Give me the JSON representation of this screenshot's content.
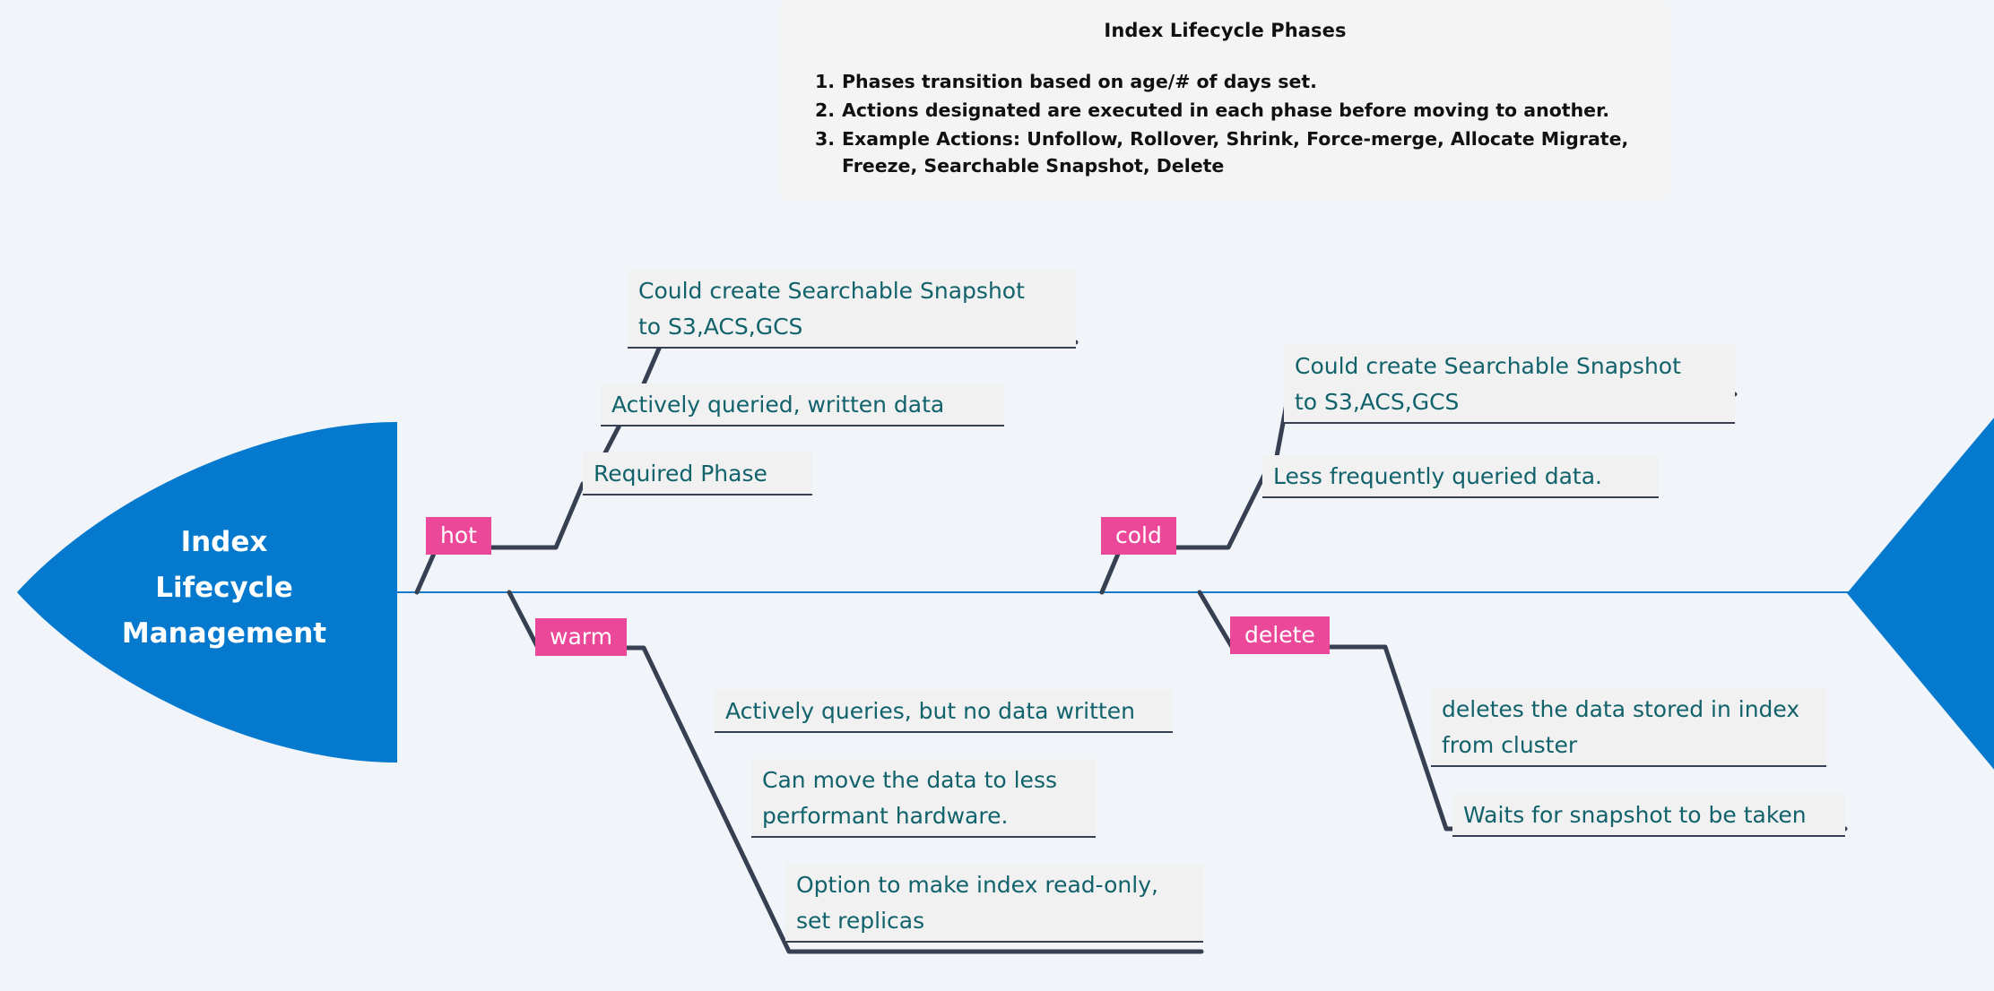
{
  "page": {
    "background_color": "#F1F5F9",
    "accent_blue": "#0579CE",
    "spine_blue": "#1879C9",
    "phase_pink": "#EC4899",
    "detail_teal": "#11626B",
    "bone_slate": "#364052",
    "detail_bg": "#F1F1F2"
  },
  "note": {
    "title": "Index Lifecycle Phases",
    "items": [
      "Phases transition based on age/# of days set.",
      "Actions designated are executed in each phase before moving to another.",
      "Example Actions: Unfollow, Rollover, Shrink, Force-merge, Allocate Migrate, Freeze, Searchable Snapshot, Delete"
    ]
  },
  "fishbone": {
    "head_label": "Index\nLifecycle\nManagement",
    "head_label_lines": [
      "Index",
      "Lifecycle",
      "Management"
    ],
    "phases": [
      {
        "name": "hot",
        "side": "top",
        "details": [
          "Could create Searchable Snapshot\nto S3,ACS,GCS",
          "Actively queried, written data",
          "Required Phase"
        ]
      },
      {
        "name": "warm",
        "side": "bottom",
        "details": [
          "Actively queries, but no data written",
          "Can move the data to less\nperformant hardware.",
          "Option to make index read-only,\nset replicas"
        ]
      },
      {
        "name": "cold",
        "side": "top",
        "details": [
          "Could create Searchable Snapshot\nto S3,ACS,GCS",
          "Less frequently queried data."
        ]
      },
      {
        "name": "delete",
        "side": "bottom",
        "details": [
          "deletes the data stored in index\nfrom cluster",
          "Waits for snapshot to be taken"
        ]
      }
    ]
  }
}
